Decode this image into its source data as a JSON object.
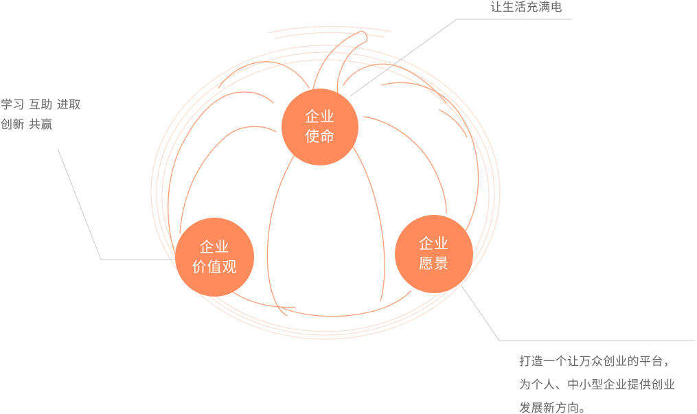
{
  "mission": {
    "circle_line1": "企业",
    "circle_line2": "使命",
    "callout": "让生活充满电"
  },
  "values": {
    "circle_line1": "企业",
    "circle_line2": "价值观",
    "callout_line1": "学习  互助  进取",
    "callout_line2": "创新  共赢"
  },
  "vision": {
    "circle_line1": "企业",
    "circle_line2": "愿景",
    "callout_line1": "打造一个让万众创业的平台，",
    "callout_line2": "为个人、中小型企业提供创业",
    "callout_line3": "发展新方向。"
  },
  "colors": {
    "accent": "#ff8a5c",
    "pumpkin_stroke": "#f5a57e",
    "ring_stroke": "#f7dfd2",
    "leader_line": "#c8c8c8",
    "text": "#666666"
  },
  "icons": {
    "illustration": "pumpkin-outline"
  }
}
